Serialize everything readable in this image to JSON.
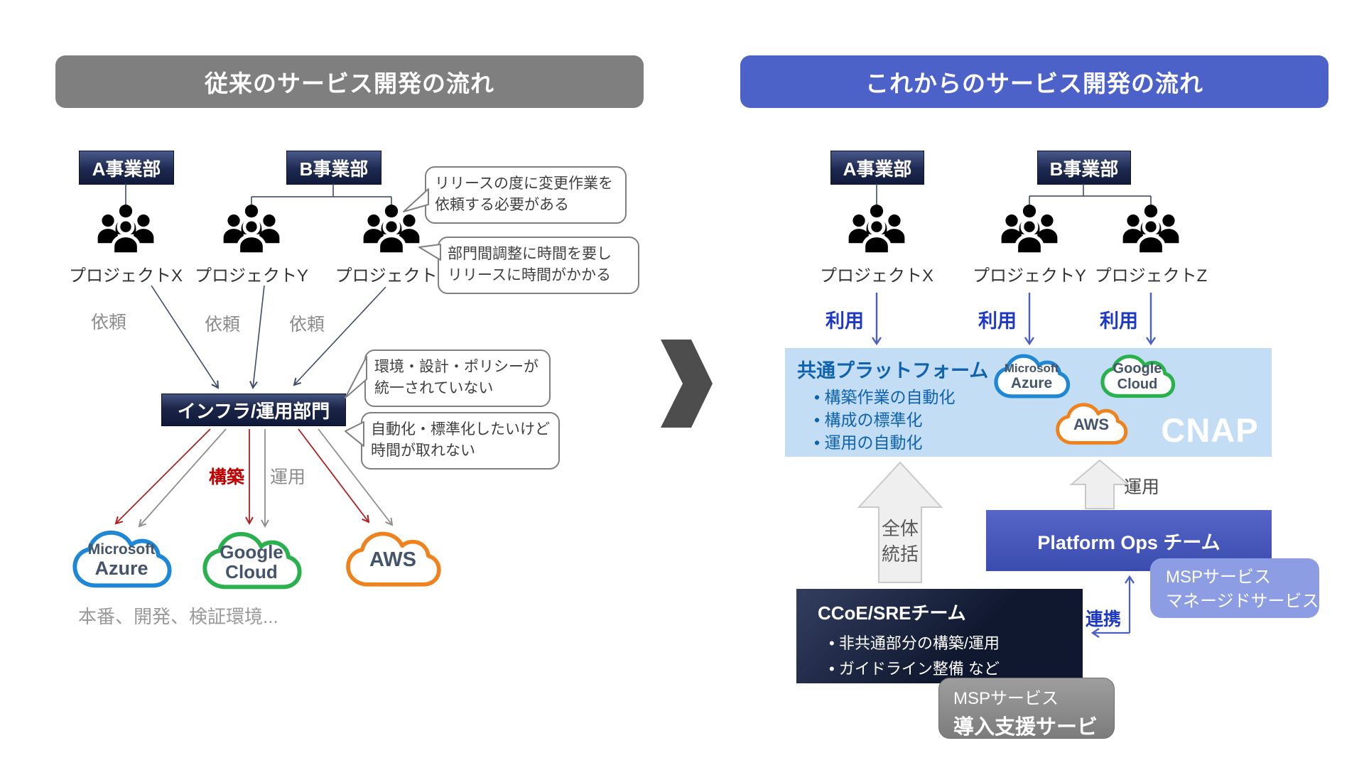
{
  "colors": {
    "header_gray": "#7f7f7f",
    "header_blue": "#4d62c8",
    "azure_blue": "#1e87d6",
    "google_green": "#28b14c",
    "aws_orange": "#f0821e",
    "build_red": "#c00000",
    "label_gray": "#8c8c8c",
    "use_blue": "#1e3ac2",
    "platform_bg": "#c3ddf4",
    "platform_accent": "#0f62ae",
    "msp_periwinkle": "#8d9de4"
  },
  "left_panel": {
    "header": "従来のサービス開発の流れ",
    "dept_a": "A事業部",
    "dept_b": "B事業部",
    "projects": {
      "x": "プロジェクトX",
      "y": "プロジェクトY",
      "z": "プロジェクトZ"
    },
    "request_label": "依頼",
    "infra_box": "インフラ/運用部門",
    "build_label": "構築",
    "operate_label": "運用",
    "bubbles": {
      "release": "リリースの度に変更作業を\n依頼する必要がある",
      "coordination": "部門間調整に時間を要し\nリリースに時間がかかる",
      "policy": "環境・設計・ポリシーが\n統一されていない",
      "automation": "自動化・標準化したいけど\n時間が取れない"
    },
    "clouds": {
      "azure": {
        "line1": "Microsoft",
        "line2": "Azure"
      },
      "google": {
        "line1": "Google",
        "line2": "Cloud"
      },
      "aws": {
        "line1": "AWS"
      }
    },
    "environments_note": "本番、開発、検証環境..."
  },
  "right_panel": {
    "header": "これからのサービス開発の流れ",
    "dept_a": "A事業部",
    "dept_b": "B事業部",
    "projects": {
      "x": "プロジェクトX",
      "y": "プロジェクトY",
      "z": "プロジェクトZ"
    },
    "use_label": "利用",
    "platform": {
      "title": "共通プラットフォーム",
      "bullets": [
        "構築作業の自動化",
        "構成の標準化",
        "運用の自動化"
      ],
      "badge": "CNAP"
    },
    "clouds": {
      "azure": {
        "line1": "Microsoft",
        "line2": "Azure"
      },
      "google": {
        "line1": "Google",
        "line2": "Cloud"
      },
      "aws": {
        "line1": "AWS"
      }
    },
    "governance_arrow_label": "全体\n統括",
    "operate_arrow_label": "運用",
    "platform_ops_team": "Platform Ops チーム",
    "msp_managed": "MSPサービス\nマネージドサービス",
    "ccoe": {
      "title": "CCoE/SREチーム",
      "bullets": [
        "非共通部分の構築/運用",
        "ガイドライン整備 など"
      ]
    },
    "collaboration_label": "連携",
    "msp_adoption": {
      "line1": "MSPサービス",
      "line2": "導入支援サービス"
    }
  }
}
